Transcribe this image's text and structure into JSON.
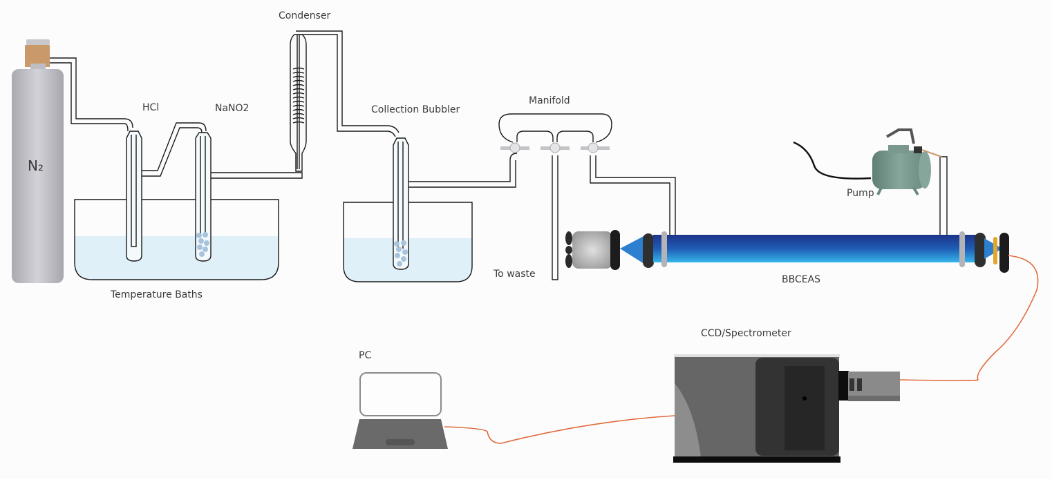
{
  "diagram": {
    "type": "experimental-setup",
    "labels": {
      "cylinder": "N₂",
      "hcl": "HCl",
      "nano2": "NaNO2",
      "baths": "Temperature Baths",
      "condenser": "Condenser",
      "collection": "Collection Bubbler",
      "manifold": "Manifold",
      "waste": "To waste",
      "pump": "Pump",
      "bbceas": "BBCEAS",
      "spectrometer": "CCD/Spectrometer",
      "pc": "PC"
    },
    "colors": {
      "tube_stroke": "#1a1a1a",
      "water": "#dff0f9",
      "cylinder": "#b9b9bf",
      "valve_brass": "#c9996a",
      "cavity_dark": "#1f3f95",
      "cavity_light": "#2ea3dc",
      "fiber": "#e06a3a",
      "pump": "#6f8f85",
      "spectrometer": "#6a6a6a"
    },
    "flow": [
      "N2 cylinder",
      "HCl bubbler",
      "NaNO2 bubbler",
      "Condenser",
      "Collection Bubbler",
      "Manifold",
      "BBCEAS",
      "Pump"
    ],
    "signal_path": [
      "BBCEAS",
      "optical fiber",
      "CCD/Spectrometer",
      "PC"
    ]
  }
}
